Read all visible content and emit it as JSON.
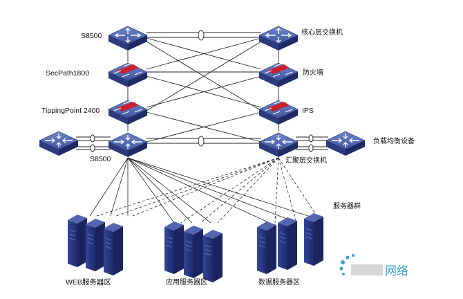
{
  "devices": {
    "core_left": "S8500",
    "core_right": "核心层交换机",
    "firewall_left": "SecPath1800",
    "firewall_right": "防火墙",
    "ips_left": "TippingPoint 2400",
    "ips_right": "IPS",
    "agg_left": "S8500",
    "agg_right": "汇聚层交换机",
    "load_balancer": "负载均衡设备",
    "server_group": "服务器群"
  },
  "zones": {
    "web": "WEB服务器区",
    "app": "应用服务器区",
    "data": "数据服务器区"
  },
  "watermark": "网络",
  "colors": {
    "device_top": "#4a5fa8",
    "device_side": "#26336e",
    "firewall_red": "#c8202c",
    "server_body": "#2b3a8c",
    "link": "#222222",
    "watermark": "#3aa0d8"
  },
  "icons": {
    "switch": "switch-icon",
    "firewall": "firewall-icon",
    "ips": "ips-icon",
    "load_balancer": "load-balancer-icon",
    "server": "server-icon"
  }
}
